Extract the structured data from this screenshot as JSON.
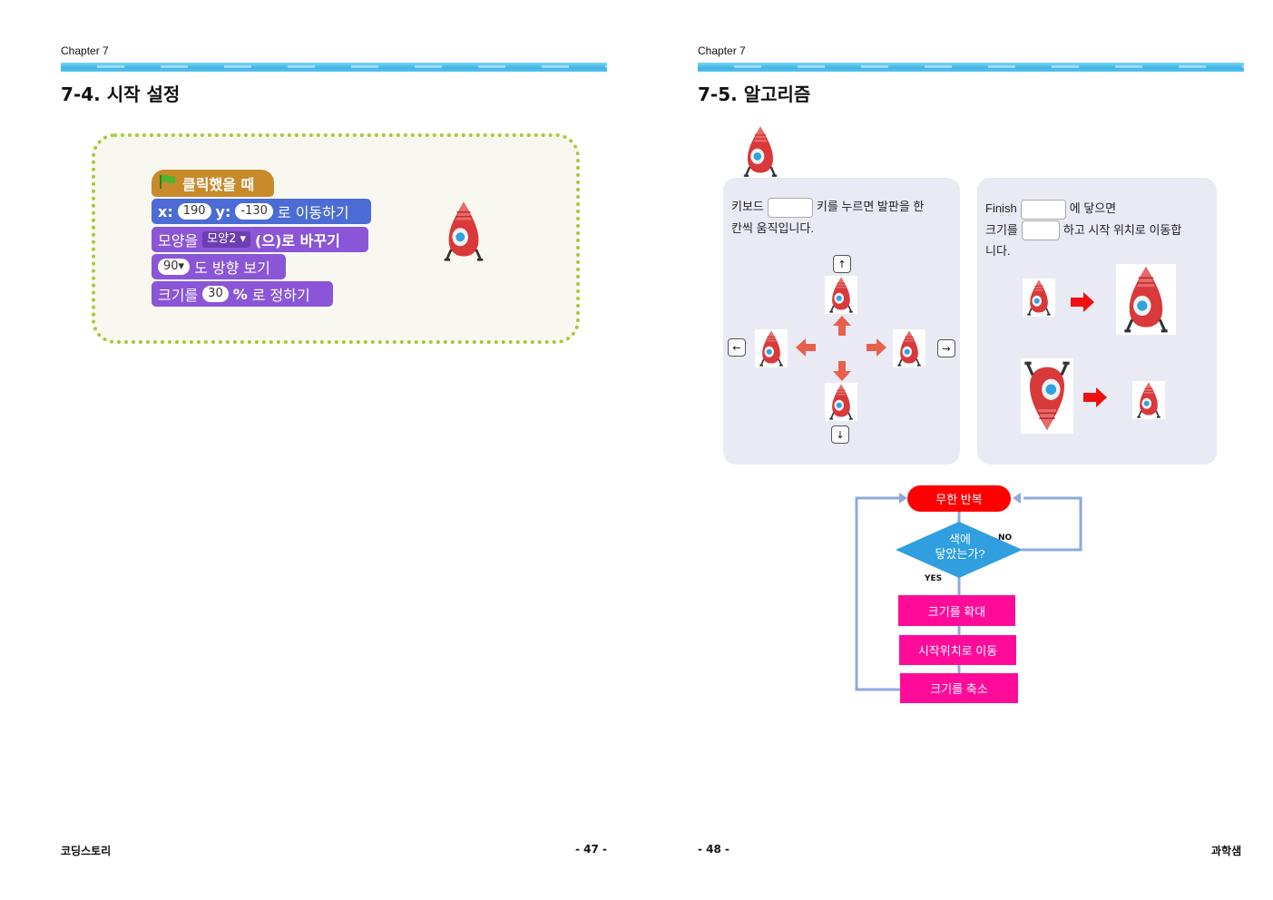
{
  "left_page": {
    "chapter": "Chapter 7",
    "title": "7-4. 시작 설정",
    "blocks": {
      "hat_label": "클릭했을 때",
      "move_x_label": "x:",
      "move_x": "190",
      "move_y_label": "y:",
      "move_y": "-130",
      "move_suffix": "로 이동하기",
      "costume_prefix": "모양을",
      "costume_value": "모양2",
      "costume_suffix": "(으)로 바꾸기",
      "direction_value": "90",
      "direction_suffix": "도 방향 보기",
      "size_prefix": "크기를",
      "size_value": "30",
      "size_unit": "%",
      "size_suffix": "로 정하기"
    },
    "footer_left": "코딩스토리",
    "footer_page": "- 47 -"
  },
  "right_page": {
    "chapter": "Chapter 7",
    "title": "7-5. 알고리즘",
    "keyboard_panel": {
      "text_a": "키보드",
      "text_b": "키를 누르면 발판을 한",
      "text_c": "칸씩 움직입니다."
    },
    "finish_panel": {
      "text_a": "Finish",
      "text_b": "에 닿으면",
      "text_c": "크기를",
      "text_d": "하고 시작 위치로 이동합",
      "text_e": "니다."
    },
    "keys": {
      "up": "↑",
      "down": "↓",
      "left": "←",
      "right": "→"
    },
    "flowchart": {
      "loop": "무한 반복",
      "decision_line1": "색에",
      "decision_line2": "닿았는가?",
      "yes": "YES",
      "no": "NO",
      "step1": "크기를 확대",
      "step2": "시작위치로 이동",
      "step3": "크기를 축소"
    },
    "footer_page": "- 48 -",
    "footer_right": "과학샘"
  },
  "colors": {
    "header_bar": "#3ab6e6",
    "hat_block": "#c98a2b",
    "motion_block": "#4a6cd4",
    "looks_block": "#8a55d7",
    "flow_loop": "#ff0000",
    "flow_step": "#ff0b9a",
    "flow_decision": "#2f9fe0",
    "flow_line": "#8ea9dc"
  }
}
